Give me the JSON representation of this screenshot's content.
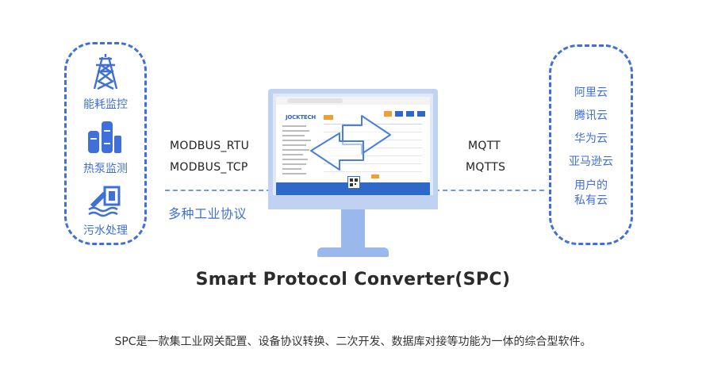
{
  "left_group": {
    "items": [
      {
        "label": "能耗监控",
        "icon": "power-tower-icon"
      },
      {
        "label": "热泵监测",
        "icon": "heat-pump-icon"
      },
      {
        "label": "污水处理",
        "icon": "water-treatment-icon"
      }
    ]
  },
  "protocols_left": [
    "MODBUS_RTU",
    "MODBUS_TCP"
  ],
  "protocols_right": [
    "MQTT",
    "MQTTS"
  ],
  "industrial_label": "多种工业协议",
  "right_group": {
    "items": [
      "阿里云",
      "腾讯云",
      "华为云",
      "亚马逊云",
      "用户的",
      "私有云"
    ]
  },
  "screen": {
    "logo_text": "JOCKTECH"
  },
  "sub_title": "Smart Protocol Converter(SPC)",
  "description": "SPC是一款集工业网关配置、设备协议转换、二次开发、数据库对接等功能为一体的综合型软件。",
  "colors": {
    "accent": "#3f6fd8",
    "monitor_frame": "#bfd2f1",
    "stand": "#9bb8ec",
    "screen_footer": "#2e68c8",
    "highlight": "#f0a030"
  }
}
